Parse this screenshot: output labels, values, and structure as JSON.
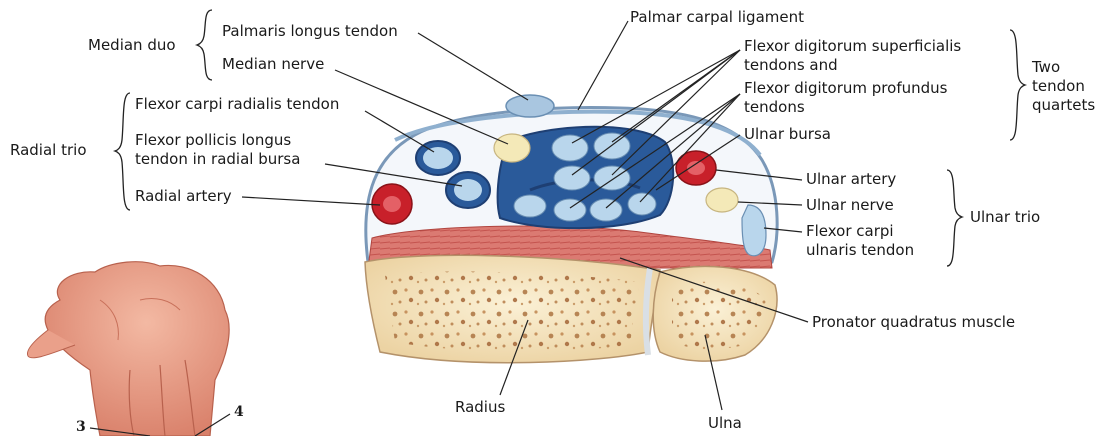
{
  "labels": {
    "median_duo": "Median duo",
    "palmaris_longus_tendon": "Palmaris longus tendon",
    "median_nerve": "Median nerve",
    "radial_trio": "Radial trio",
    "flexor_carpi_radialis_tendon": "Flexor carpi radialis tendon",
    "flexor_pollicis_longus_line1": "Flexor pollicis longus",
    "flexor_pollicis_longus_line2": "tendon in radial bursa",
    "radial_artery": "Radial artery",
    "palmar_carpal_ligament": "Palmar carpal ligament",
    "fds_line1": "Flexor digitorum superficialis",
    "fds_line2": "tendons and",
    "fdp_line1": "Flexor digitorum profundus",
    "fdp_line2": "tendons",
    "two_tendon_quartets_line1": "Two",
    "two_tendon_quartets_line2": "tendon",
    "two_tendon_quartets_line3": "quartets",
    "ulnar_bursa": "Ulnar bursa",
    "ulnar_artery": "Ulnar artery",
    "ulnar_nerve": "Ulnar nerve",
    "ulnar_trio": "Ulnar trio",
    "flexor_carpi_ulnaris_line1": "Flexor carpi",
    "flexor_carpi_ulnaris_line2": "ulnaris tendon",
    "pronator_quadratus_muscle": "Pronator quadratus muscle",
    "radius": "Radius",
    "ulna": "Ulna",
    "finger_3": "3",
    "finger_4": "4"
  },
  "colors": {
    "bursa": "#2a5a9a",
    "bursa_dark": "#1e3f73",
    "tendon": "#b9d6ec",
    "artery": "#c8202a",
    "nerve": "#f4e9b8",
    "bone": "#f6e7c4",
    "muscle": "#d8706a",
    "skin": "#e9a08a",
    "leader": "#222222"
  }
}
